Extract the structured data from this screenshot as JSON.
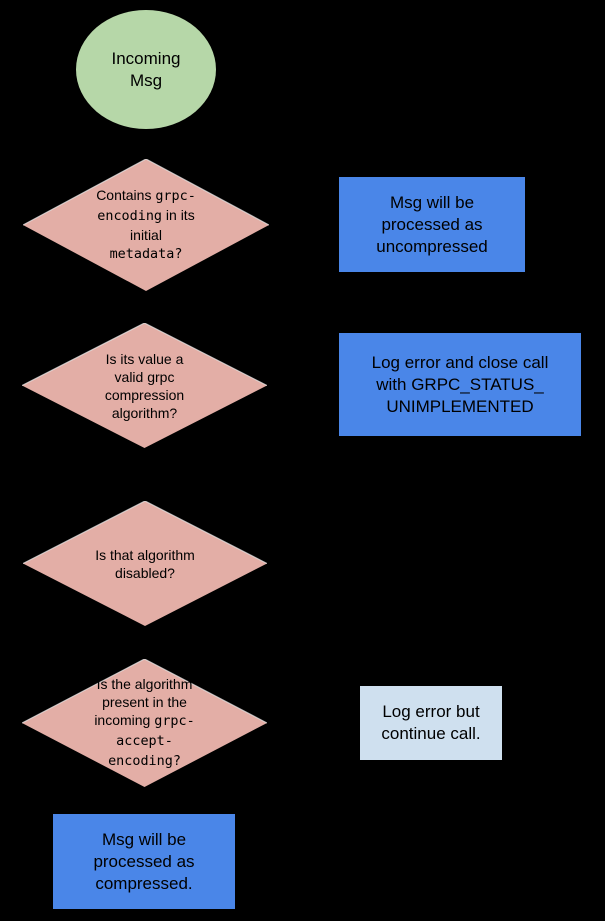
{
  "colors": {
    "background": "#000000",
    "green": "#B6D7A8",
    "pink": "#E3AEA6",
    "blue": "#4A86E8",
    "light_blue": "#CFE0EF",
    "text": "#000000",
    "diamond_edge": "#E8E8E8"
  },
  "flowchart": {
    "start_node": {
      "shape": "ellipse",
      "lines": [
        [
          {
            "t": "Incoming",
            "m": 0
          }
        ],
        [
          {
            "t": "Msg",
            "m": 0
          }
        ]
      ]
    },
    "decision_contains_grpc_encoding": {
      "shape": "diamond",
      "lines": [
        [
          {
            "t": "Contains ",
            "m": 0
          },
          {
            "t": "grpc-",
            "m": 1
          }
        ],
        [
          {
            "t": "encoding",
            "m": 1
          },
          {
            "t": " in its",
            "m": 0
          }
        ],
        [
          {
            "t": "initial",
            "m": 0
          }
        ],
        [
          {
            "t": "metadata?",
            "m": 1
          }
        ]
      ]
    },
    "result_uncompressed": {
      "shape": "rect",
      "lines": [
        [
          {
            "t": "Msg will be",
            "m": 0
          }
        ],
        [
          {
            "t": "processed as",
            "m": 0
          }
        ],
        [
          {
            "t": "uncompressed",
            "m": 0
          }
        ]
      ]
    },
    "decision_valid_algorithm": {
      "shape": "diamond",
      "lines": [
        [
          {
            "t": "Is its value a",
            "m": 0
          }
        ],
        [
          {
            "t": "valid grpc",
            "m": 0
          }
        ],
        [
          {
            "t": "compression",
            "m": 0
          }
        ],
        [
          {
            "t": "algorithm?",
            "m": 0
          }
        ]
      ]
    },
    "result_unimplemented": {
      "shape": "rect",
      "lines": [
        [
          {
            "t": "Log error and close call",
            "m": 0
          }
        ],
        [
          {
            "t": "with GRPC_STATUS_",
            "m": 0
          }
        ],
        [
          {
            "t": "UNIMPLEMENTED",
            "m": 0
          }
        ]
      ]
    },
    "decision_algorithm_disabled": {
      "shape": "diamond",
      "lines": [
        [
          {
            "t": "Is that algorithm",
            "m": 0
          }
        ],
        [
          {
            "t": "disabled?",
            "m": 0
          }
        ]
      ]
    },
    "decision_present_in_accept_encoding": {
      "shape": "diamond",
      "lines": [
        [
          {
            "t": "Is the algorithm",
            "m": 0
          }
        ],
        [
          {
            "t": "present in the",
            "m": 0
          }
        ],
        [
          {
            "t": "incoming ",
            "m": 0
          },
          {
            "t": "grpc-",
            "m": 1
          }
        ],
        [
          {
            "t": "accept-",
            "m": 1
          }
        ],
        [
          {
            "t": "encoding?",
            "m": 1
          }
        ]
      ]
    },
    "result_log_error_continue": {
      "shape": "rect",
      "lines": [
        [
          {
            "t": "Log error but",
            "m": 0
          }
        ],
        [
          {
            "t": "continue call.",
            "m": 0
          }
        ]
      ]
    },
    "result_compressed": {
      "shape": "rect",
      "lines": [
        [
          {
            "t": "Msg will be",
            "m": 0
          }
        ],
        [
          {
            "t": "processed as",
            "m": 0
          }
        ],
        [
          {
            "t": "compressed.",
            "m": 0
          }
        ]
      ]
    }
  }
}
